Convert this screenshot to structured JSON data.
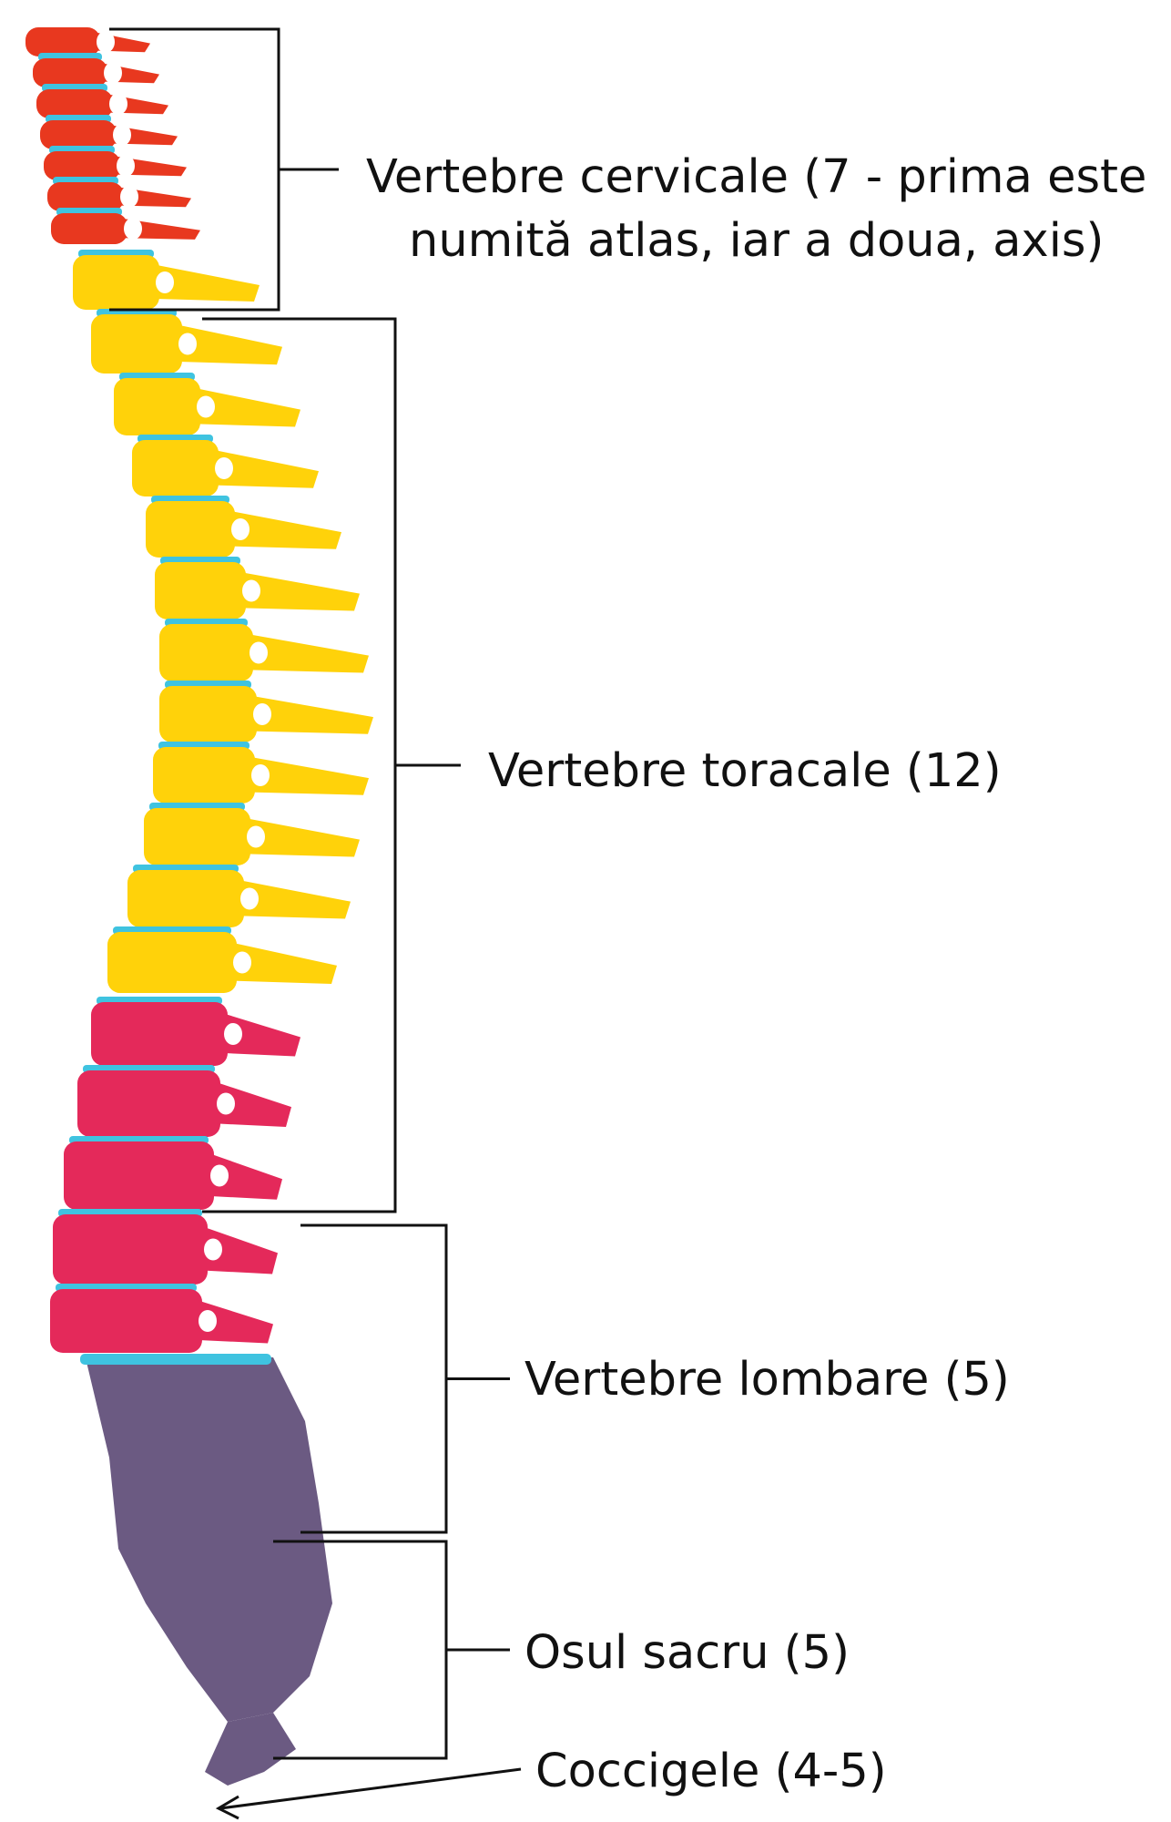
{
  "diagram": {
    "subject": "spinal column",
    "regions": [
      {
        "id": "cervical",
        "label_line1": "Vertebre cervicale (7 - prima este",
        "label_line2": "numită atlas, iar a doua, axis)",
        "color": "#e8381f"
      },
      {
        "id": "thoracic",
        "label": "Vertebre toracale (12)",
        "color": "#ffd20a"
      },
      {
        "id": "lumbar",
        "label": "Vertebre lombare (5)",
        "color": "#e4295a"
      },
      {
        "id": "sacrum",
        "label": "Osul sacru (5)",
        "color": "#6b5a82"
      },
      {
        "id": "coccyx",
        "label": "Coccigele (4-5)",
        "color": "#6b5a82"
      }
    ],
    "disc_color": "#3fc3e0",
    "line_color": "#111111"
  }
}
